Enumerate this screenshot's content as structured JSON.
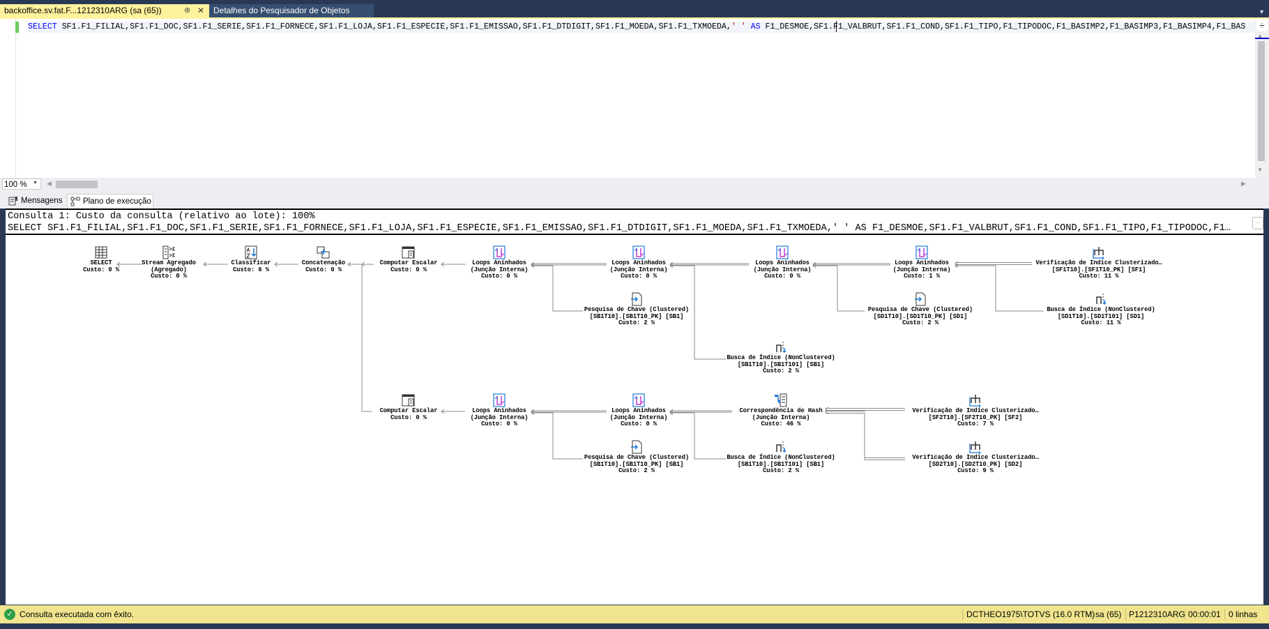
{
  "tabs": {
    "active": "backoffice.sv.fat.F...1212310ARG (sa (65))",
    "active_pin": "⊕",
    "active_close": "✕",
    "inactive": "Detalhes do Pesquisador de Objetos"
  },
  "editor": {
    "kw_select": "SELECT",
    "part1": " SF1.F1_FILIAL,SF1.F1_DOC,SF1.F1_SERIE,SF1.F1_FORNECE,SF1.F1_LOJA,SF1.F1_ESPECIE,SF1.F1_EMISSAO,SF1.F1_DTDIGIT,SF1.F1_MOEDA,SF1.F1_TXMOEDA,",
    "str": "' '",
    "kw_as": " AS ",
    "part2": "F1_DESMOE,SF1.F1_VALBRUT,SF1.F1_COND,SF1.F1_TIPO,F1_TIPODOC,F1_BASIMP2,F1_BASIMP3,F1_BASIMP4,F1_BAS"
  },
  "zoom": "100 %",
  "result_tabs": {
    "messages": "Mensagens",
    "plan": "Plano de execução"
  },
  "plan_header": {
    "line1": "Consulta 1: Custo da consulta (relativo ao lote): 100%",
    "line2": "SELECT SF1.F1_FILIAL,SF1.F1_DOC,SF1.F1_SERIE,SF1.F1_FORNECE,SF1.F1_LOJA,SF1.F1_ESPECIE,SF1.F1_EMISSAO,SF1.F1_DTDIGIT,SF1.F1_MOEDA,SF1.F1_TXMOEDA,' ' AS F1_DESMOE,SF1.F1_VALBRUT,SF1.F1_COND,SF1.F1_TIPO,F1_TIPODOC,F1…",
    "more": "..."
  },
  "plan_nodes": [
    {
      "id": "select",
      "icon": "select-icon",
      "lines": [
        "SELECT",
        "Custo: 0 %"
      ]
    },
    {
      "id": "stream-aggregate",
      "icon": "stream-aggregate-icon",
      "lines": [
        "Stream Agregado",
        "(Agregado)",
        "Custo: 0 %"
      ]
    },
    {
      "id": "sort",
      "icon": "sort-icon",
      "lines": [
        "Classificar",
        "Custo: 6 %"
      ]
    },
    {
      "id": "concatenation",
      "icon": "concatenation-icon",
      "lines": [
        "Concatenação",
        "Custo: 0 %"
      ]
    },
    {
      "id": "compute-scalar-1",
      "icon": "compute-scalar-icon",
      "lines": [
        "Computar Escalar",
        "Custo: 0 %"
      ]
    },
    {
      "id": "nested-loops-1",
      "icon": "nested-loops-icon",
      "lines": [
        "Loops Aninhados",
        "(Junção Interna)",
        "Custo: 0 %"
      ]
    },
    {
      "id": "nested-loops-2",
      "icon": "nested-loops-icon",
      "lines": [
        "Loops Aninhados",
        "(Junção Interna)",
        "Custo: 0 %"
      ]
    },
    {
      "id": "nested-loops-3",
      "icon": "nested-loops-icon",
      "lines": [
        "Loops Aninhados",
        "(Junção Interna)",
        "Custo: 0 %"
      ]
    },
    {
      "id": "nested-loops-4",
      "icon": "nested-loops-icon",
      "lines": [
        "Loops Aninhados",
        "(Junção Interna)",
        "Custo: 1 %"
      ]
    },
    {
      "id": "clustered-scan-sf1",
      "icon": "clustered-index-scan-icon",
      "lines": [
        "Verificação de Indice Clusterizado…",
        "[SF1T10].[SF1T10_PK] [SF1]",
        "Custo: 11 %"
      ]
    },
    {
      "id": "key-lookup-sb1-a",
      "icon": "key-lookup-icon",
      "lines": [
        "Pesquisa de Chave (Clustered)",
        "[SB1T10].[SB1T10_PK] [SB1]",
        "Custo: 2 %"
      ]
    },
    {
      "id": "key-lookup-sd1",
      "icon": "key-lookup-icon",
      "lines": [
        "Pesquisa de Chave (Clustered)",
        "[SD1T10].[SD1T10_PK] [SD1]",
        "Custo: 2 %"
      ]
    },
    {
      "id": "index-seek-sd1",
      "icon": "index-seek-icon",
      "lines": [
        "Busca de Índice (NonClustered)",
        "[SD1T10].[SD1T101] [SD1]",
        "Custo: 11 %"
      ]
    },
    {
      "id": "index-seek-sb1-a",
      "icon": "index-seek-icon",
      "lines": [
        "Busca de Índice (NonClustered)",
        "[SB1T10].[SB1T101] [SB1]",
        "Custo: 2 %"
      ]
    },
    {
      "id": "compute-scalar-2",
      "icon": "compute-scalar-icon",
      "lines": [
        "Computar Escalar",
        "Custo: 0 %"
      ]
    },
    {
      "id": "nested-loops-5",
      "icon": "nested-loops-icon",
      "lines": [
        "Loops Aninhados",
        "(Junção Interna)",
        "Custo: 0 %"
      ]
    },
    {
      "id": "nested-loops-6",
      "icon": "nested-loops-icon",
      "lines": [
        "Loops Aninhados",
        "(Junção Interna)",
        "Custo: 0 %"
      ]
    },
    {
      "id": "hash-match",
      "icon": "hash-match-icon",
      "lines": [
        "Correspondência de Hash",
        "(Junção Interna)",
        "Custo: 46 %"
      ]
    },
    {
      "id": "clustered-scan-sf2",
      "icon": "clustered-index-scan-icon",
      "lines": [
        "Verificação de Indice Clusterizado…",
        "[SF2T10].[SF2T10_PK] [SF2]",
        "Custo: 7 %"
      ]
    },
    {
      "id": "key-lookup-sb1-b",
      "icon": "key-lookup-icon",
      "lines": [
        "Pesquisa de Chave (Clustered)",
        "[SB1T10].[SB1T10_PK] [SB1]",
        "Custo: 2 %"
      ]
    },
    {
      "id": "index-seek-sb1-b",
      "icon": "index-seek-icon",
      "lines": [
        "Busca de Índice (NonClustered)",
        "[SB1T10].[SB1T101] [SB1]",
        "Custo: 2 %"
      ]
    },
    {
      "id": "clustered-scan-sd2",
      "icon": "clustered-index-scan-icon",
      "lines": [
        "Verificação de Indice Clusterizado…",
        "[SD2T10].[SD2T10_PK] [SD2]",
        "Custo: 9 %"
      ]
    }
  ],
  "status": {
    "message": "Consulta executada com êxito.",
    "server": "DCTHEO1975\\TOTVS (16.0 RTM)",
    "user": "sa (65)",
    "database": "P1212310ARG",
    "elapsed": "00:00:01",
    "rows": "0 linhas"
  },
  "colors": {
    "status_bar": "#f0e58e",
    "active_tab": "#fff29d",
    "chrome": "#293955"
  }
}
